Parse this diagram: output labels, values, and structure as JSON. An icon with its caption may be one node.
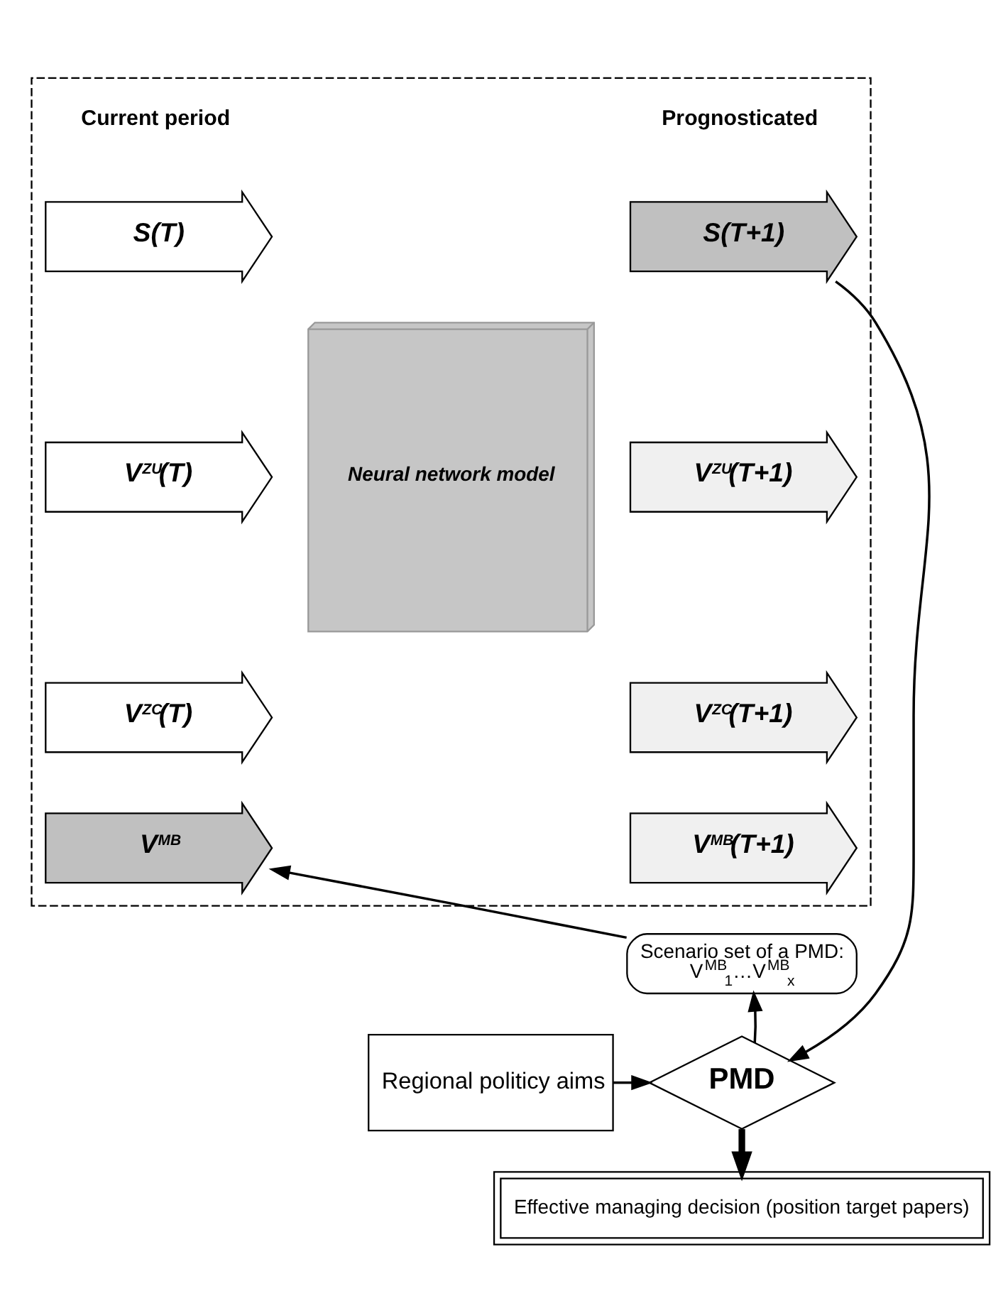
{
  "diagram": {
    "nodes": [
      {
        "text": [],
        "shape": "box"
      },
      {
        "text": [
          "S(T)"
        ],
        "in": 0
      },
      {
        "text": [
          "V$^{ZU}$(T)"
        ],
        "in": 0
      },
      {
        "text": [
          "V$^{ZC}$(T)"
        ],
        "in": 0
      },
      {
        "text": [
          "V$^{MB}$"
        ],
        "in": 0
      },
      {
        "text": [
          "Neural network model"
        ],
        "in": 0
      },
      {
        "text": [
          "S(T+1)"
        ],
        "in": 0
      },
      {
        "text": [
          "V$^{ZU}$(T+1)"
        ],
        "in": 0
      },
      {
        "text": [
          "V$^{ZC}$(T+1)"
        ],
        "in": 0
      },
      {
        "text": [
          "V$^{MB}$(T+1)"
        ],
        "in": 0
      },
      {
        "text": [
          "Scenario set of a PMD:",
          "V$^{MB}$$_{1}$…V$^{MB}$$_{x}$"
        ]
      },
      {
        "text": [
          "Regional politicy aims"
        ]
      },
      {
        "text": [
          "PMD"
        ]
      },
      {
        "text": [
          "Effective managing decision (position target papers)"
        ]
      }
    ],
    "edges": [
      {
        "from": 6,
        "to": 12,
        "arrow": "to"
      },
      {
        "from": 12,
        "to": 10,
        "arrow": "to"
      },
      {
        "from": 10,
        "to": 4,
        "arrow": "to"
      },
      {
        "from": 11,
        "to": 12,
        "arrow": "to"
      },
      {
        "from": 12,
        "to": 13,
        "arrow": "to",
        "style": "thick"
      }
    ],
    "labels": [
      "Current period",
      "Prognosticated"
    ]
  }
}
